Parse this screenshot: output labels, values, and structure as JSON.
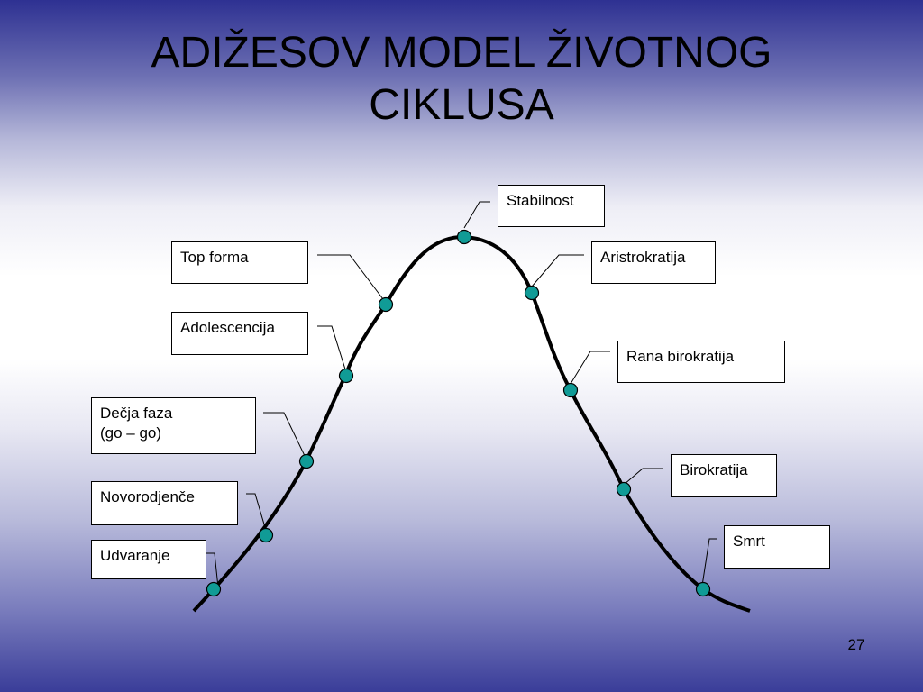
{
  "slide": {
    "title_line1": "ADIŽESOV MODEL ŽIVOTNOG",
    "title_line2": "CIKLUSA",
    "page_number": "27"
  },
  "stages": [
    {
      "label": "Udvaranje"
    },
    {
      "label": "Novorodjenče"
    },
    {
      "label": "Dečja faza",
      "label_line2": "(go – go)"
    },
    {
      "label": "Adolescencija"
    },
    {
      "label": "Top forma"
    },
    {
      "label": "Stabilnost"
    },
    {
      "label": "Aristrokratija"
    },
    {
      "label": "Rana birokratija"
    },
    {
      "label": "Birokratija"
    },
    {
      "label": "Smrt"
    }
  ],
  "colors": {
    "marker_fill": "#109b96",
    "curve": "#000000",
    "gradient_edge": "#2e3192"
  }
}
